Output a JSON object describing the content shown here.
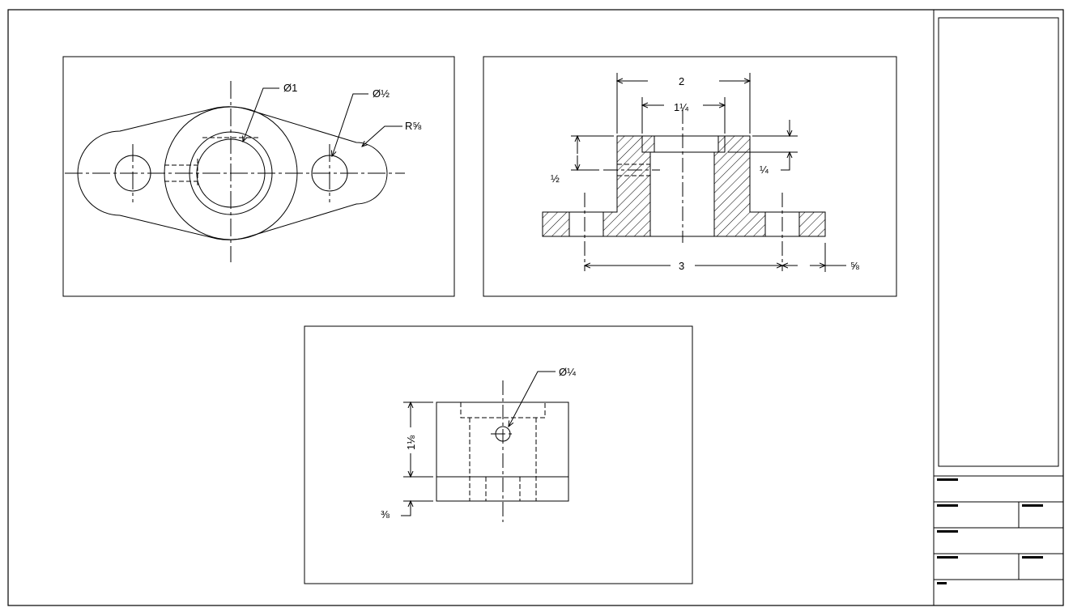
{
  "top_view": {
    "labels": {
      "center_bore": "Ø1",
      "bolt_hole": "Ø½",
      "flange_radius": "R⅝"
    }
  },
  "section_view": {
    "labels": {
      "overall_boss_width": "2",
      "counterbore_width": "1¼",
      "counterbore_depth": "¼",
      "bolt_hole_height": "½",
      "bolt_hole_spacing": "3",
      "flange_end": "⅝"
    }
  },
  "front_view": {
    "labels": {
      "pin_hole": "Ø¼",
      "boss_height": "1⅛",
      "flange_thickness": "⅜"
    }
  },
  "colors": {
    "line": "#000000",
    "background": "#ffffff"
  }
}
